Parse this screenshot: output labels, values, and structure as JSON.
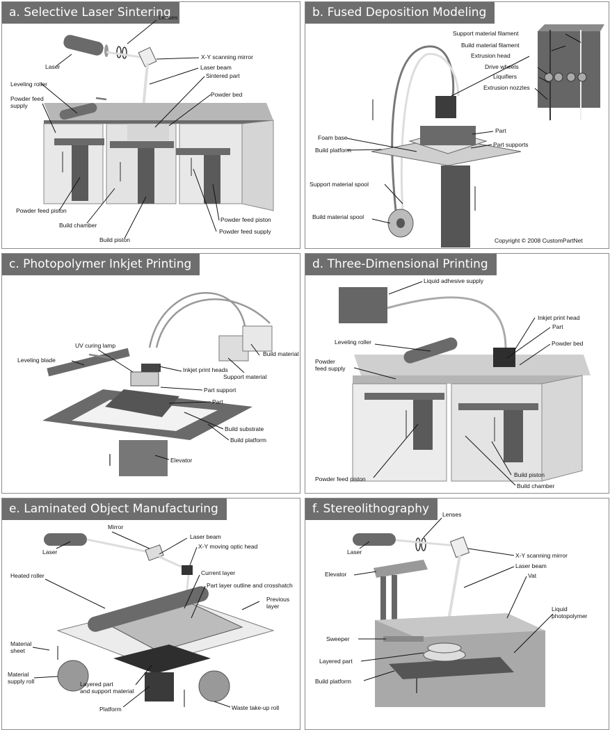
{
  "panels": {
    "a": {
      "title": "a. Selective Laser Sintering",
      "labels": {
        "lenses": "Lenses",
        "laser": "Laser",
        "mirror": "X-Y scanning mirror",
        "beam": "Laser beam",
        "sintered": "Sintered part",
        "roller": "Leveling roller",
        "powder_bed": "Powder bed",
        "feed_supply_left": "Powder feed\nsupply",
        "feed_piston_left": "Powder feed piston",
        "build_chamber": "Build chamber",
        "build_piston": "Build piston",
        "feed_piston_right": "Powder feed piston",
        "feed_supply_right": "Powder feed supply"
      }
    },
    "b": {
      "title": "b. Fused Deposition Modeling",
      "labels": {
        "support_filament": "Support material filament",
        "build_filament": "Build material filament",
        "extrusion_head": "Extrusion head",
        "drive_wheels": "Drive wheels",
        "liquifiers": "Liquifiers",
        "nozzles": "Extrusion nozzles",
        "part": "Part",
        "part_supports": "Part supports",
        "foam_base": "Foam base",
        "build_platform": "Build platform",
        "support_spool": "Support material spool",
        "build_spool": "Build material spool",
        "copyright": "Copyright © 2008 CustomPartNet"
      }
    },
    "c": {
      "title": "c. Photopolymer Inkjet Printing",
      "labels": {
        "uv_lamp": "UV curing lamp",
        "leveling_blade": "Leveling blade",
        "print_heads": "Inkjet print heads",
        "build_material": "Build material",
        "support_material": "Support material",
        "part_support": "Part support",
        "part": "Part",
        "build_substrate": "Build substrate",
        "build_platform": "Build platform",
        "elevator": "Elevator"
      }
    },
    "d": {
      "title": "d. Three-Dimensional Printing",
      "labels": {
        "adhesive": "Liquid adhesive supply",
        "print_head": "Inkjet print head",
        "part": "Part",
        "roller": "Leveling roller",
        "powder_bed": "Powder bed",
        "feed_supply": "Powder\nfeed supply",
        "feed_piston": "Powder feed piston",
        "build_piston": "Build piston",
        "build_chamber": "Build chamber"
      }
    },
    "e": {
      "title": "e. Laminated Object Manufacturing",
      "labels": {
        "mirror": "Mirror",
        "laser_beam": "Laser beam",
        "laser": "Laser",
        "optic_head": "X-Y moving optic head",
        "heated_roller": "Heated roller",
        "current_layer": "Current layer",
        "outline": "Part layer outline and crosshatch",
        "previous_layer": "Previous\nlayer",
        "material_sheet": "Material\nsheet",
        "supply_roll": "Material\nsupply roll",
        "layered_part": "Layered part\nand support material",
        "platform": "Platform",
        "waste_roll": "Waste take-up roll"
      }
    },
    "f": {
      "title": "f. Stereolithography",
      "labels": {
        "lenses": "Lenses",
        "laser": "Laser",
        "mirror": "X-Y scanning mirror",
        "elevator": "Elevator",
        "beam": "Laser beam",
        "vat": "Vat",
        "photopolymer": "Liquid\nphotopolymer",
        "sweeper": "Sweeper",
        "layered_part": "Layered part",
        "build_platform": "Build platform"
      }
    }
  },
  "colors": {
    "title_bg": "#6e6e6e",
    "border": "#8a8a8a",
    "dark": "#4a4a4a",
    "mid": "#8c8c8c",
    "light": "#c8c8c8",
    "pale": "#e6e6e6"
  }
}
